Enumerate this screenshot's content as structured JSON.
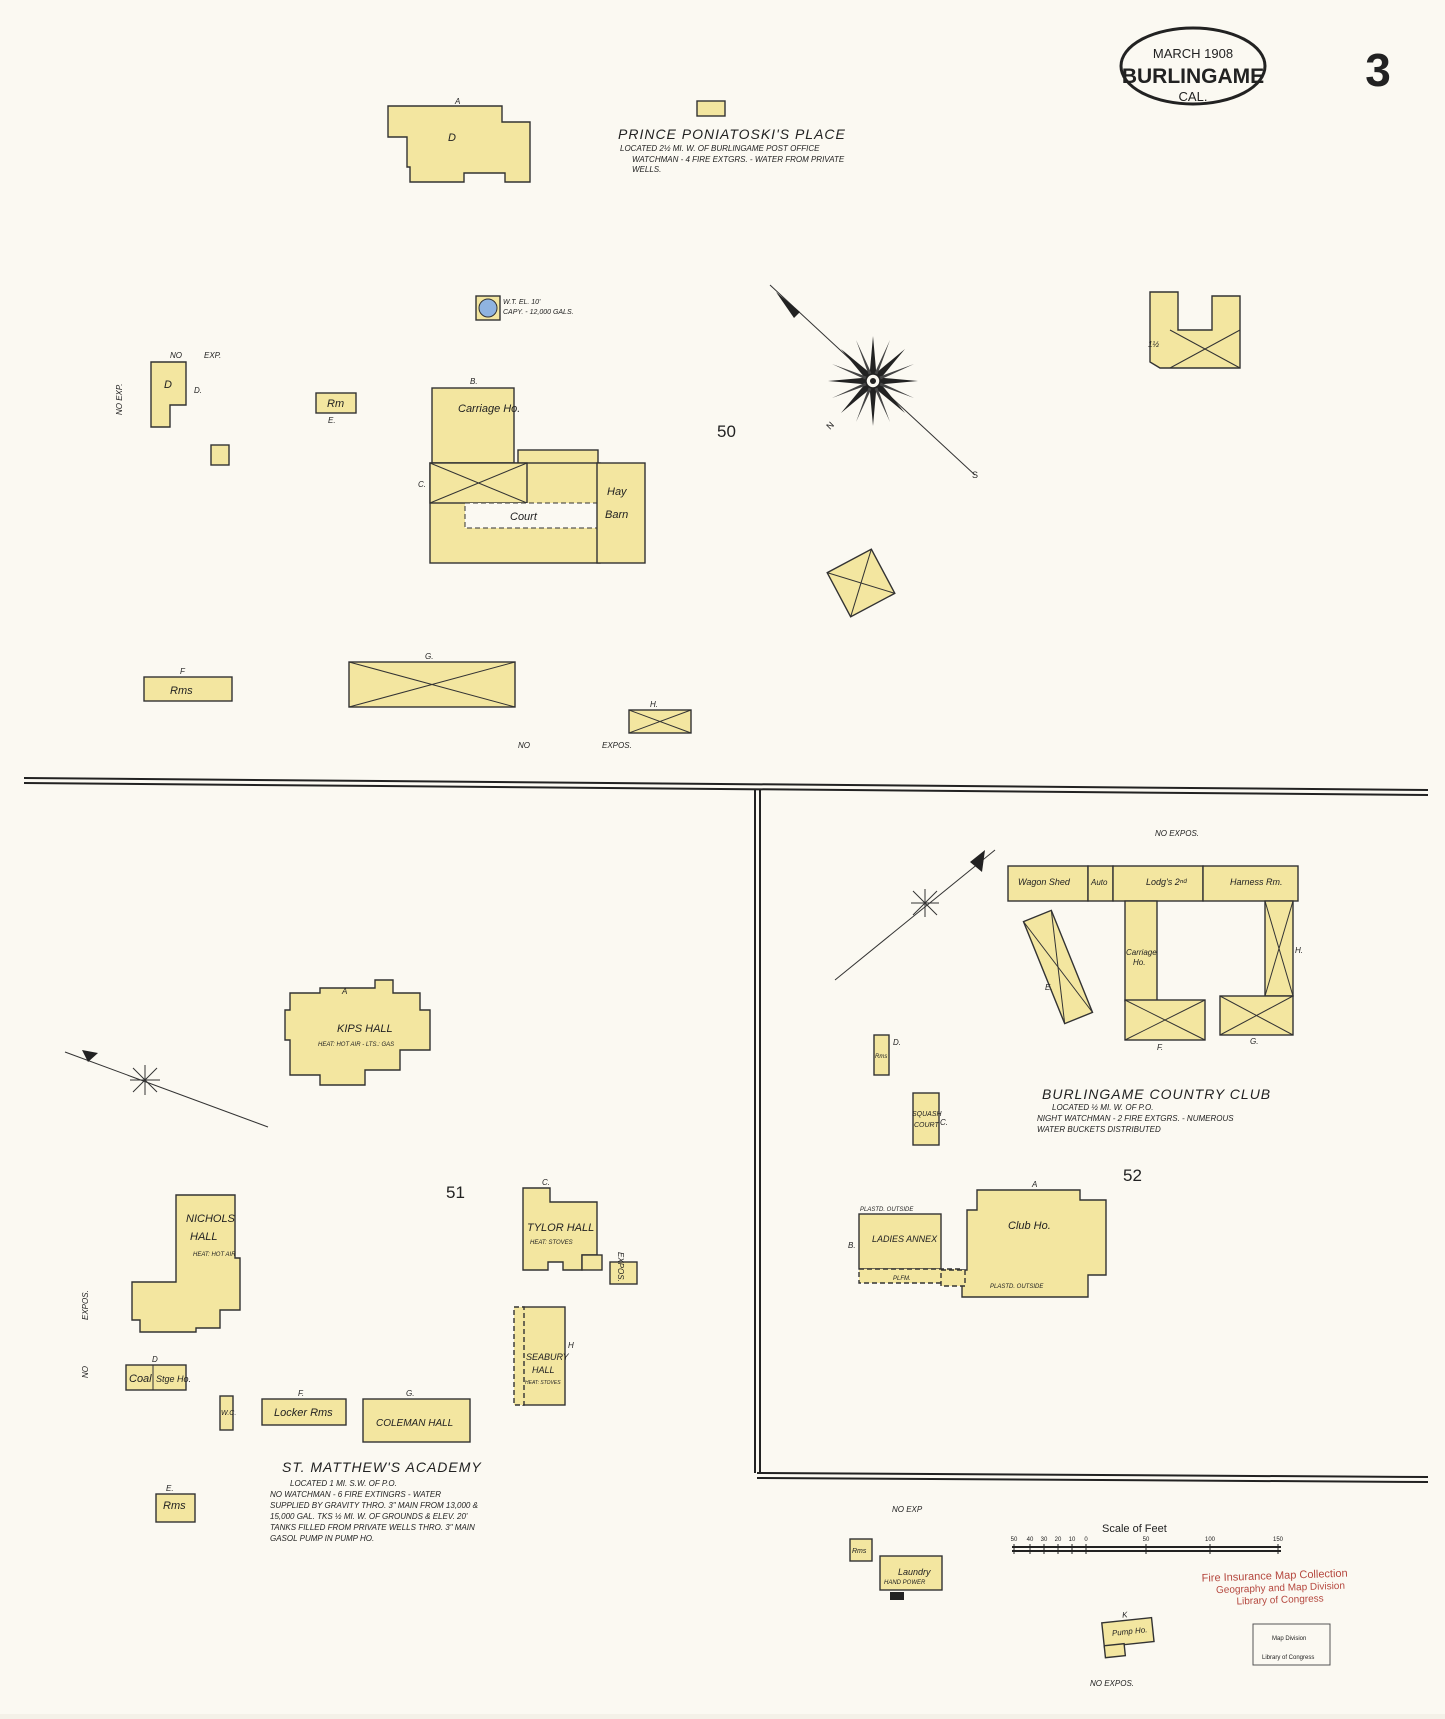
{
  "header": {
    "date": "MARCH 1908",
    "city": "BURLINGAME",
    "state": "CAL.",
    "sheet_number": "3"
  },
  "blocks": {
    "b50": "50",
    "b51": "51",
    "b52": "52"
  },
  "prince": {
    "title": "PRINCE PONIATOSKI'S PLACE",
    "line1": "LOCATED 2½ MI. W. OF BURLINGAME POST OFFICE",
    "line2": "WATCHMAN - 4 FIRE EXTGRS. - WATER FROM PRIVATE",
    "line3": "WELLS.",
    "carriage": "Carriage Ho.",
    "court": "Court",
    "hay": "Hay",
    "barn": "Barn",
    "rms": "Rms",
    "rm": "Rm",
    "tank1": "W.T. EL. 10'",
    "tank2": "CAPY. - 12,000 GALS.",
    "no_expos": "NO",
    "expos": "EXPOS."
  },
  "academy": {
    "title": "ST. MATTHEW'S ACADEMY",
    "line1": "LOCATED 1 MI. S.W. OF P.O.",
    "line2": "NO WATCHMAN - 6 FIRE EXTINGRS - WATER",
    "line3": "SUPPLIED BY GRAVITY THRO. 3\" MAIN FROM 13,000 &",
    "line4": "15,000 GAL. TKS ½ MI. W. OF GROUNDS & ELEV. 20'",
    "line5": "TANKS FILLED FROM PRIVATE WELLS THRO. 3\" MAIN",
    "line6": "GASOL PUMP IN PUMP HO.",
    "kips": "KIPS HALL",
    "kips_sub": "HEAT: HOT AIR - LTS.: GAS",
    "nichols1": "NICHOLS",
    "nichols2": "HALL",
    "nichols_sub": "HEAT: HOT AIR",
    "tylor": "TYLOR HALL",
    "tylor_sub": "HEAT: STOVES",
    "seabury1": "SEABURY",
    "seabury2": "HALL",
    "seabury_sub": "HEAT: STOVES",
    "coleman": "COLEMAN HALL",
    "locker": "Locker Rms",
    "coal": "Coal",
    "stge": "Stge Ho.",
    "wc": "W.C.",
    "rms": "Rms",
    "expos": "EXPOS.",
    "no": "NO"
  },
  "club": {
    "title": "BURLINGAME COUNTRY CLUB",
    "line1": "LOCATED ½ MI. W. OF P.O.",
    "line2": "NIGHT WATCHMAN - 2 FIRE EXTGRS. - NUMEROUS",
    "line3": "WATER BUCKETS DISTRIBUTED",
    "wagon": "Wagon Shed",
    "auto": "Auto",
    "lodg": "Lodg's 2ⁿᵈ",
    "harness": "Harness Rm.",
    "carriage1": "Carriage",
    "carriage2": "Ho.",
    "squash1": "SQUASH",
    "squash2": "COURT",
    "ladies": "LADIES ANNEX",
    "clubho": "Club Ho.",
    "plastd": "PLASTD. OUTSIDE",
    "plfm": "PLFM.",
    "no_expos": "NO EXPOS.",
    "laundry": "Laundry",
    "hand_power": "HAND POWER",
    "pump": "Pump Ho.",
    "rms": "Rms",
    "no_exp": "NO EXP"
  },
  "scale": {
    "title": "Scale of Feet",
    "ticks": [
      "50",
      "40",
      "30",
      "20",
      "10",
      "0",
      "50",
      "100",
      "150"
    ]
  },
  "stamp": {
    "line1": "Fire Insurance Map Collection",
    "line2": "Geography and Map Division",
    "line3": "Library of Congress"
  },
  "label_box": {
    "line1": "Map Division",
    "line2": "Library of Congress"
  },
  "compass": {
    "north": "N",
    "south": "S"
  },
  "colors": {
    "building": "#f3e6a0",
    "paper": "#fbf9f2",
    "ink": "#333333",
    "stamp": "#b5483f",
    "water": "#8fb3e0"
  }
}
